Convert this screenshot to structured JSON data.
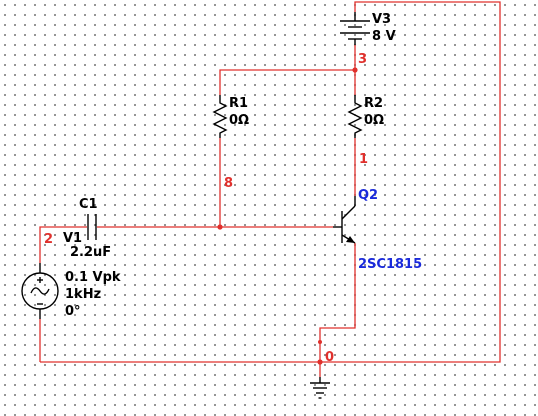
{
  "colors": {
    "wire": "#e0302c",
    "component": "#000000",
    "transistor": "#1a2adb"
  },
  "components": {
    "v3": {
      "ref": "V3",
      "value": "8 V"
    },
    "r1": {
      "ref": "R1",
      "value": "0Ω"
    },
    "r2": {
      "ref": "R2",
      "value": "0Ω"
    },
    "c1": {
      "ref": "C1",
      "value": "2.2uF"
    },
    "q2": {
      "ref": "Q2",
      "model": "2SC1815"
    },
    "v1": {
      "ref": "V1",
      "amplitude": "0.1 Vpk",
      "frequency": "1kHz",
      "phase": "0°"
    }
  },
  "nets": {
    "n3": "3",
    "n8": "8",
    "n1": "1",
    "n2": "2",
    "n0": "0"
  }
}
